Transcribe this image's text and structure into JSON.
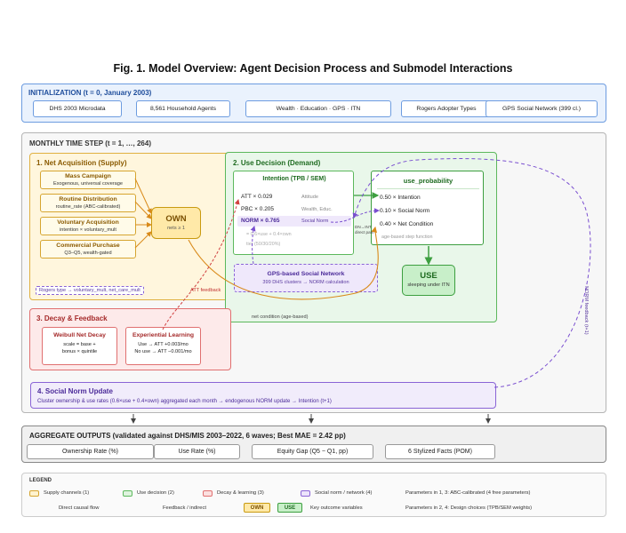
{
  "title": "Fig. 1. Model Overview: Agent Decision Process and Submodel Interactions",
  "init": {
    "header": "INITIALIZATION  (t = 0, January 2003)",
    "items": [
      "DHS 2003 Microdata",
      "8,561 Household Agents",
      "Wealth · Education · GPS · ITN",
      "Rogers Adopter Types",
      "GPS Social Network (399 cl.)"
    ]
  },
  "monthly": {
    "header": "MONTHLY TIME STEP  (t = 1, …, 264)"
  },
  "net": {
    "header": "1. Net Acquisition (Supply)",
    "channels": [
      {
        "title": "Mass Campaign",
        "desc": "Exogenous, universal coverage"
      },
      {
        "title": "Routine Distribution",
        "desc": "routine_rate (ABC-calibrated)"
      },
      {
        "title": "Voluntary Acquisition",
        "desc": "intention × voluntary_mult"
      },
      {
        "title": "Commercial Purchase",
        "desc": "Q3–Q5, wealth-gated"
      }
    ],
    "rogers_note": "Rogers type → voluntary_mult, net_care_mult"
  },
  "own": {
    "title": "OWN",
    "sub": "nets ≥ 1"
  },
  "use_decision": {
    "header": "2. Use Decision (Demand)",
    "intention": {
      "title": "Intention (TPB / SEM)",
      "rows": [
        {
          "term": "ATT × 0.029",
          "label": "Attitude"
        },
        {
          "term": "PBC × 0.205",
          "label": "Wealth, Educ."
        },
        {
          "term": "NORM × 0.765",
          "label": "Social Norm"
        }
      ],
      "note1": "= 0.6×use + 0.4×own",
      "note2": "tier (50/30/20%)"
    },
    "use_prob": {
      "title": "use_probability",
      "rows": [
        "0.50 × Intention",
        "0.10 × Social Norm",
        "0.40 × Net Condition"
      ],
      "note": "age-based step function"
    },
    "direct_label_1": "DN→INT",
    "direct_label_2": "direct path",
    "gps": {
      "title": "GPS-based Social Network",
      "sub": "399 DHS clusters → NORM calculation"
    },
    "use": {
      "title": "USE",
      "sub": "sleeping under ITN"
    }
  },
  "decay": {
    "header": "3. Decay & Feedback",
    "weibull": {
      "title": "Weibull Net Decay",
      "line1": "scale = base +",
      "line2": "bonus × quintile"
    },
    "learning": {
      "title": "Experiential Learning",
      "line1": "Use → ATT +0.003/mo",
      "line2": "No use → ATT −0.001/mo"
    }
  },
  "labels": {
    "att_feedback": "ATT feedback",
    "net_condition": "net condition (age-based)",
    "norm_feedback": "NORM feedback (t+1)"
  },
  "norm_update": {
    "header": "4. Social Norm Update",
    "desc": "Cluster ownership & use rates (0.6×use + 0.4×own) aggregated each month → endogenous NORM update → Intention (t+1)"
  },
  "aggregate": {
    "header": "AGGREGATE OUTPUTS (validated against DHS/MIS 2003–2022, 6 waves; Best MAE = 2.42 pp)",
    "items": [
      "Ownership Rate (%)",
      "Use Rate (%)",
      "Equity Gap (Q5 − Q1, pp)",
      "6 Stylized Facts (POM)"
    ]
  },
  "legend": {
    "title": "LEGEND",
    "supply": "Supply channels (1)",
    "use": "Use decision (2)",
    "decay": "Decay & learning (3)",
    "social": "Social norm / network (4)",
    "direct": "Direct causal flow",
    "feedback": "Feedback / indirect",
    "own_chip": "OWN",
    "use_chip": "USE",
    "key": "Key outcome variables",
    "params1": "Parameters in 1, 3: ABC-calibrated (4 free parameters)",
    "params2": "Parameters in 2, 4: Design choices (TPB/SEM weights)"
  },
  "colors": {
    "init": "#5b8fd9",
    "supply": "#e8b33a",
    "use": "#4caf50",
    "decay": "#e07070",
    "social": "#8a64d6",
    "own": "#f5c342"
  }
}
